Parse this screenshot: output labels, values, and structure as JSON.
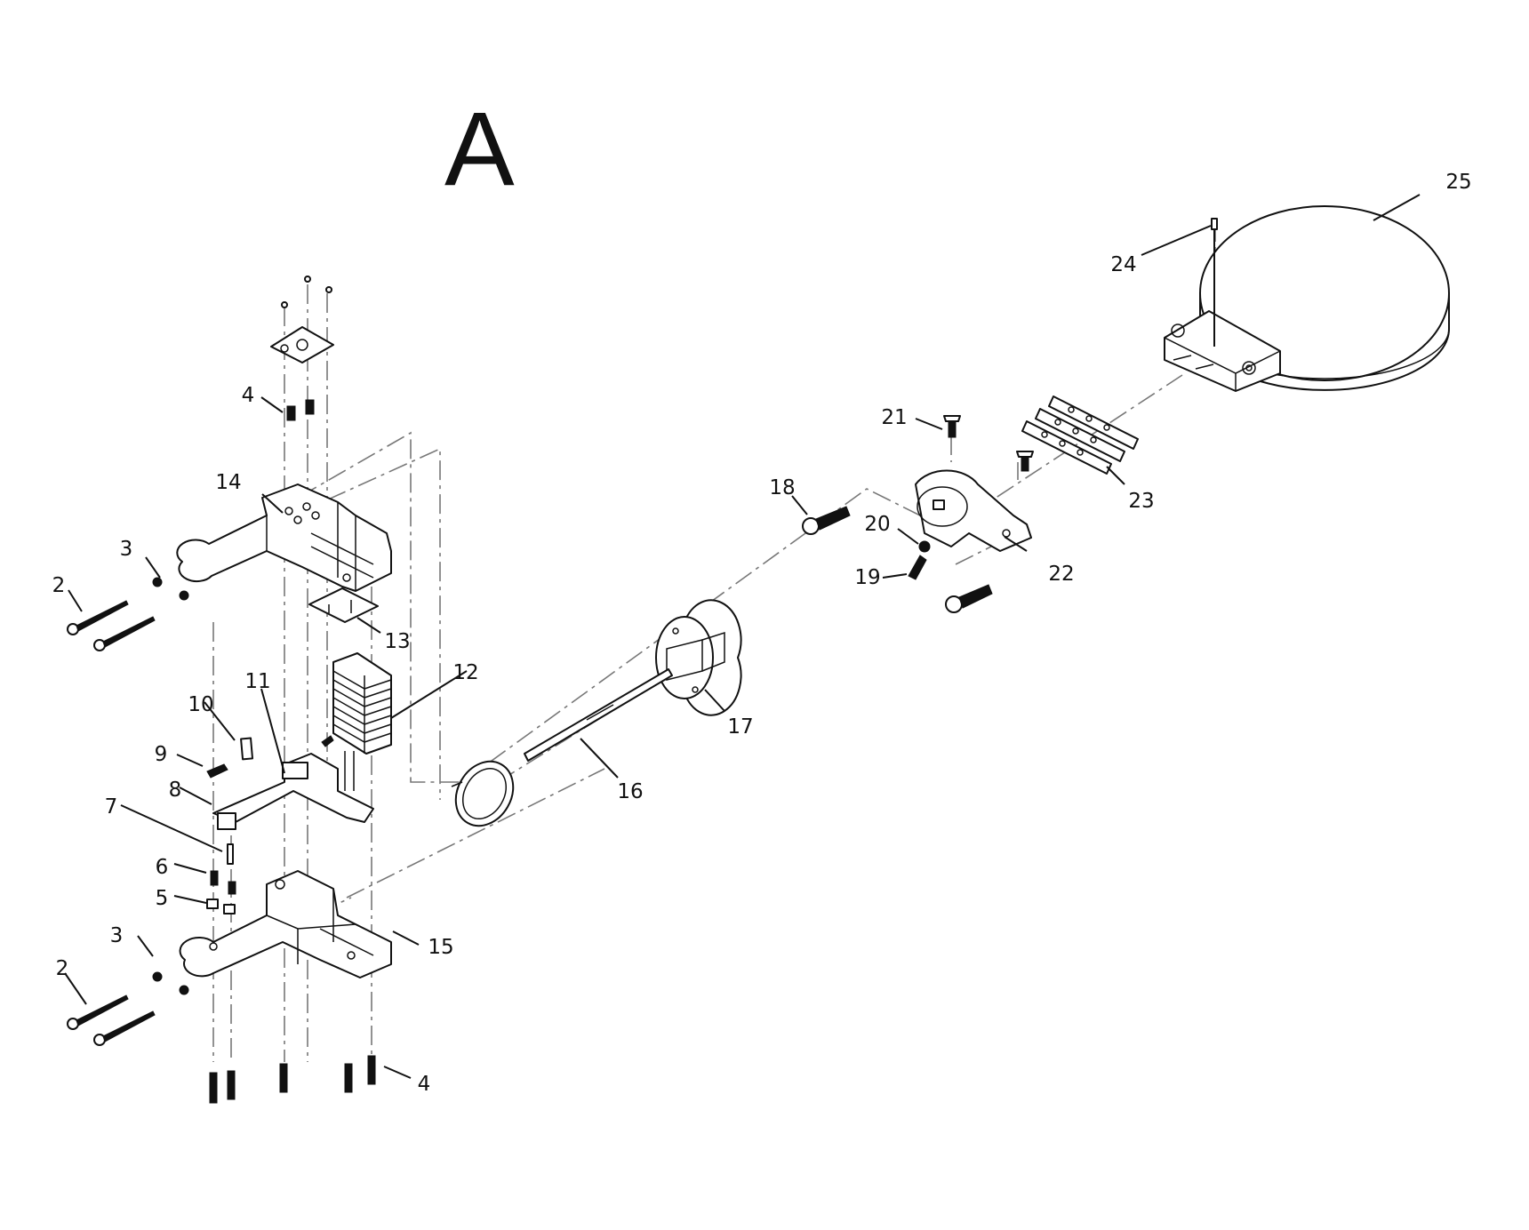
{
  "view_label": "A",
  "callouts": {
    "c2a": "2",
    "c2b": "2",
    "c3a": "3",
    "c3b": "3",
    "c4a": "4",
    "c4b": "4",
    "c5": "5",
    "c6": "6",
    "c7": "7",
    "c8": "8",
    "c9": "9",
    "c10": "10",
    "c11": "11",
    "c12": "12",
    "c13": "13",
    "c14": "14",
    "c15": "15",
    "c16": "16",
    "c17": "17",
    "c18": "18",
    "c19": "19",
    "c20": "20",
    "c21": "21",
    "c22": "22",
    "c23": "23",
    "c24": "24",
    "c25": "25"
  }
}
